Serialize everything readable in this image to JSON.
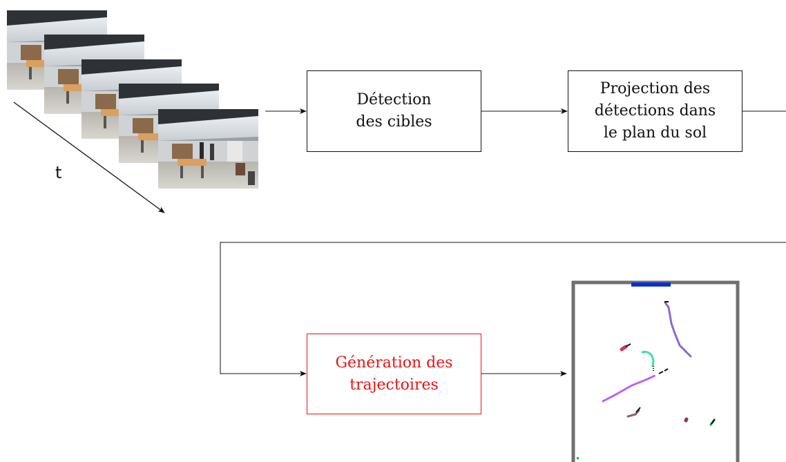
{
  "diagram": {
    "time_label": "t",
    "steps": [
      {
        "id": "detection",
        "label": "Détection\ndes cibles"
      },
      {
        "id": "projection",
        "label": "Projection des\ndétections dans\nle plan du sol"
      },
      {
        "id": "generation",
        "label": "Génération des\ntrajectoires"
      }
    ],
    "colors": {
      "line": "#111111",
      "highlight_box": "#ee1111",
      "map_border": "#707070",
      "map_door": "#0a2fd6"
    },
    "input_frames": {
      "count": 5,
      "description_icon": "camera-frame-stack"
    },
    "trajectory_colors": [
      "#8a67d6",
      "#3fe0b0",
      "#c060f0",
      "#e0305a",
      "#906070",
      "#a03040",
      "#10b030"
    ]
  }
}
